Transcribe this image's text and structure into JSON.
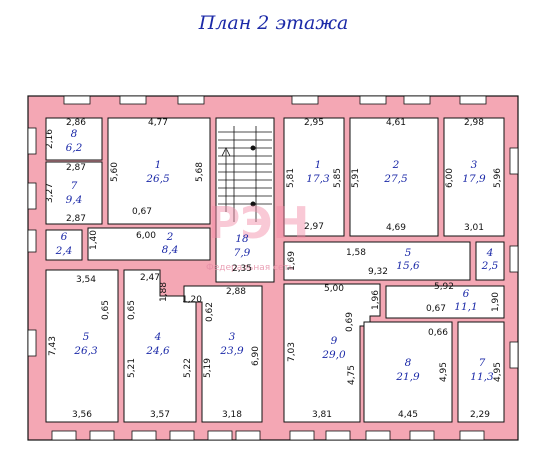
{
  "title": "План 2 этажа",
  "colors": {
    "wall": "#f4a7b4",
    "room": "#ffffff",
    "line": "#111111",
    "label": "#1c2aa8"
  },
  "watermark": {
    "logo": "РЭН",
    "text": "Федеральная сеть"
  },
  "rooms": [
    {
      "id": "room-8-top-left",
      "num": "8",
      "area": "6,2"
    },
    {
      "id": "room-7-top-left",
      "num": "7",
      "area": "9,4"
    },
    {
      "id": "room-6-left",
      "num": "6",
      "area": "2,4"
    },
    {
      "id": "room-1-left",
      "num": "1",
      "area": "26,5"
    },
    {
      "id": "room-2-corridor",
      "num": "2",
      "area": "8,4"
    },
    {
      "id": "room-18-stair",
      "num": "18",
      "area": "7,9"
    },
    {
      "id": "room-5-bottom-left",
      "num": "5",
      "area": "26,3"
    },
    {
      "id": "room-4-bottom-left",
      "num": "4",
      "area": "24,6"
    },
    {
      "id": "room-3-bottom-left",
      "num": "3",
      "area": "23,9"
    },
    {
      "id": "room-1-right",
      "num": "1",
      "area": "17,3"
    },
    {
      "id": "room-2-right",
      "num": "2",
      "area": "27,5"
    },
    {
      "id": "room-3-right",
      "num": "3",
      "area": "17,9"
    },
    {
      "id": "room-5-corridor-right",
      "num": "5",
      "area": "15,6"
    },
    {
      "id": "room-4-right",
      "num": "4",
      "area": "2,5"
    },
    {
      "id": "room-6-right",
      "num": "6",
      "area": "11,1"
    },
    {
      "id": "room-9-bottom-right",
      "num": "9",
      "area": "29,0"
    },
    {
      "id": "room-8-bottom-right",
      "num": "8",
      "area": "21,9"
    },
    {
      "id": "room-7-bottom-right",
      "num": "7",
      "area": "11,3"
    }
  ],
  "dimensions": [
    "2,86",
    "2,16",
    "2,87",
    "3,27",
    "2,87",
    "4,77",
    "5,60",
    "5,68",
    "0,67",
    "6,00",
    "1,40",
    "2,47",
    "1,88",
    "3,54",
    "0,65",
    "0,65",
    "1,20",
    "0,62",
    "2,35",
    "2,88",
    "7,43",
    "5,21",
    "5,22",
    "5,19",
    "6,90",
    "3,56",
    "3,57",
    "3,18",
    "2,95",
    "4,61",
    "2,98",
    "5,81",
    "5,85",
    "5,91",
    "6,00",
    "5,96",
    "2,97",
    "4,69",
    "3,01",
    "1,69",
    "1,58",
    "9,32",
    "5,00",
    "1,96",
    "5,92",
    "0,67",
    "0,66",
    "1,90",
    "7,03",
    "0,69",
    "4,75",
    "4,95",
    "4,95",
    "3,81",
    "4,45",
    "2,29"
  ]
}
